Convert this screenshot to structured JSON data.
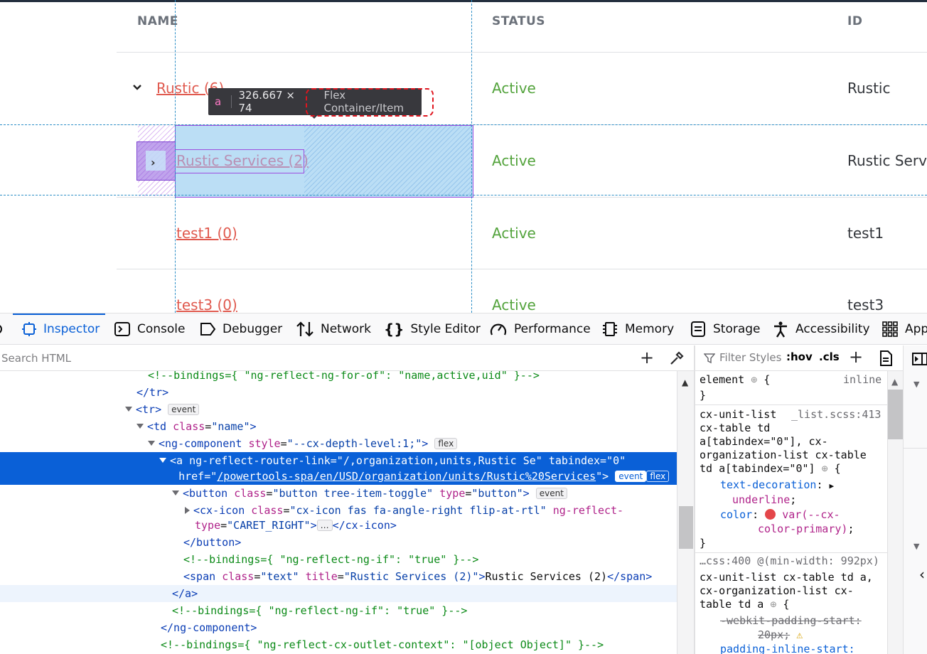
{
  "table": {
    "headers": {
      "name": "NAME",
      "status": "STATUS",
      "id": "ID"
    },
    "rows": [
      {
        "name": "Rustic (6)",
        "status": "Active",
        "id": "Rustic"
      },
      {
        "name": "Rustic Services (2)",
        "status": "Active",
        "id": "Rustic Serv"
      },
      {
        "name": "test1 (0)",
        "status": "Active",
        "id": "test1"
      },
      {
        "name": "test3 (0)",
        "status": "Active",
        "id": "test3"
      }
    ]
  },
  "highlighter": {
    "tag": "a",
    "dimensions": "326.667 × 74",
    "type": "Flex Container/Item",
    "colors": {
      "content": "#78beeb",
      "box_border": "#9d4ee0",
      "guide": "#2d8fc7",
      "annotation": "#e0151f"
    }
  },
  "devtools": {
    "tabs": [
      "Inspector",
      "Console",
      "Debugger",
      "Network",
      "Style Editor",
      "Performance",
      "Memory",
      "Storage",
      "Accessibility",
      "App"
    ],
    "active_tab": "Inspector",
    "search_placeholder": "Search HTML",
    "markup": {
      "l1": "<!--bindings={ \"ng-reflect-ng-for-of\": \"name,active,uid\" }-->",
      "l2": "</tr>",
      "l3_tag": "<tr>",
      "l3_badge": "event",
      "l4_open": "<td ",
      "l4_attr": "class",
      "l4_val": "\"name\"",
      "l5_tag": "<ng-component ",
      "l5_attr": "style",
      "l5_val": "\"--cx-depth-level:1;\"",
      "l5_badge": "flex",
      "l6a": "<a ng-reflect-router-link=\"/,organization,units,Rustic Se\" tabindex=\"0\"",
      "l6b_pre": "href=\"",
      "l6b_link": "/powertools-spa/en/USD/organization/units/Rustic%20Services",
      "l6b_post": "\">",
      "l6_badge1": "event",
      "l6_badge2": "flex",
      "l7_tag": "<button ",
      "l7_a1": "class",
      "l7_v1": "\"button tree-item-toggle\"",
      "l7_a2": "type",
      "l7_v2": "\"button\"",
      "l7_badge": "event",
      "l8_tag": "<cx-icon ",
      "l8_a1": "class",
      "l8_v1": "\"cx-icon fas fa-angle-right flip-at-rtl\"",
      "l8_a2": "ng-reflect-",
      "l9_a": "type",
      "l9_v": "\"CARET_RIGHT\"",
      "l9_badge": "…",
      "l9_close": "</cx-icon>",
      "l10": "</button>",
      "l11": "<!--bindings={ \"ng-reflect-ng-if\": \"true\" }-->",
      "l12_tag": "<span ",
      "l12_a1": "class",
      "l12_v1": "\"text\"",
      "l12_a2": "title",
      "l12_v2": "\"Rustic Services (2)\"",
      "l12_text": "Rustic Services (2)",
      "l12_close": "</span>",
      "l13": "</a>",
      "l14": "<!--bindings={ \"ng-reflect-ng-if\": \"true\" }-->",
      "l15": "</ng-component>",
      "l16": "<!--bindings={ \"ng-reflect-cx-outlet-context\": \"[object Object]\" }-->"
    },
    "rules": {
      "filter_placeholder": "Filter Styles",
      "hov": ":hov",
      "cls": ".cls",
      "element_sel": "element",
      "element_src": "inline",
      "rule1_source": "_list.scss:413",
      "rule1_sel1": "cx-unit-list",
      "rule1_sel2": "cx-table td",
      "rule1_sel3": "a[tabindex=\"0\"], cx-",
      "rule1_sel4": "organization-list cx-table",
      "rule1_sel5": "td a[tabindex=\"0\"]",
      "rule1_p1": "text-decoration",
      "rule1_v1": "underline",
      "rule1_p2": "color",
      "rule1_v2a": "var(--cx-",
      "rule1_v2b": "color-primary)",
      "rule2_source": "…css:400 @(min-width: 992px)",
      "rule2_sel1": "cx-unit-list cx-table td a,",
      "rule2_sel2": "cx-organization-list cx-",
      "rule2_sel3": "table td a",
      "rule2_p1": "-webkit-padding-start:",
      "rule2_v1": "20px;",
      "rule2_p2": "padding-inline-start:"
    }
  }
}
